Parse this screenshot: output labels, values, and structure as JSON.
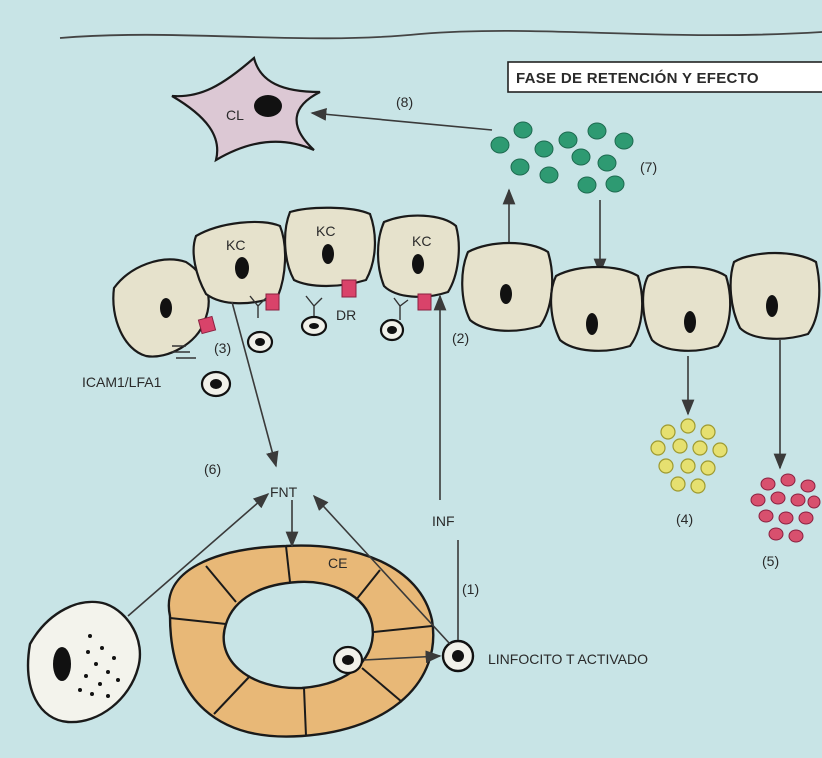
{
  "title": "FASE DE RETENCIÓN Y EFECTO",
  "labels": {
    "cl": "CL",
    "kc": "KC",
    "dr": "DR",
    "icam": "ICAM1/LFA1",
    "fnt": "FNT",
    "inf": "INF",
    "ce": "CE",
    "lymphocyte": "LINFOCITO T ACTIVADO"
  },
  "steps": {
    "s1": "(1)",
    "s2": "(2)",
    "s3": "(3)",
    "s4": "(4)",
    "s5": "(5)",
    "s6": "(6)",
    "s7": "(7)",
    "s8": "(8)"
  },
  "colors": {
    "background": "#c8e4e6",
    "keratinocyte": "#e6e2cc",
    "langerhans_cell": "#dcc8d4",
    "endothelium": "#e8b877",
    "granule_green": "#2e9a72",
    "granule_yellow": "#e6e070",
    "granule_red": "#d8506e",
    "receptor": "#d9436a"
  }
}
